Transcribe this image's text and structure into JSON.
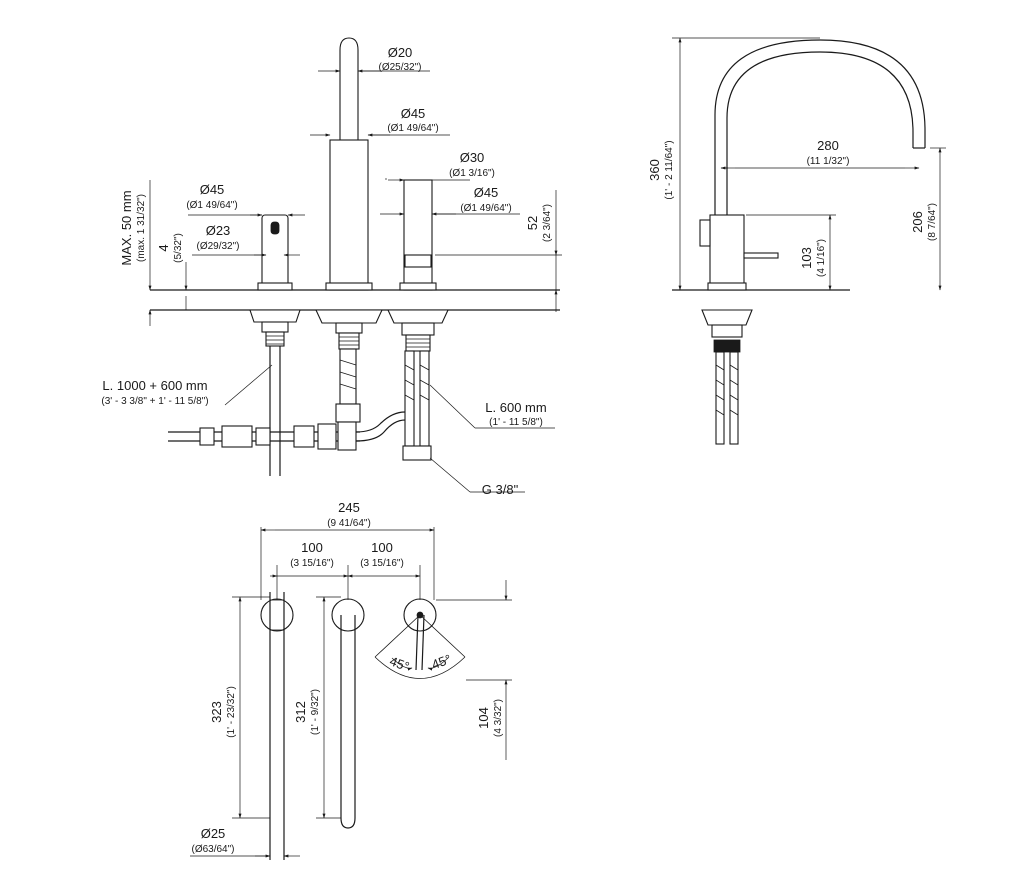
{
  "front_view": {
    "dim_o20": {
      "main": "Ø20",
      "sub": "(Ø25/32\")"
    },
    "dim_o45_spout": {
      "main": "Ø45",
      "sub": "(Ø1 49/64\")"
    },
    "dim_o30": {
      "main": "Ø30",
      "sub": "(Ø1 3/16\")"
    },
    "dim_o45_right": {
      "main": "Ø45",
      "sub": "(Ø1 49/64\")"
    },
    "dim_o45_left": {
      "main": "Ø45",
      "sub": "(Ø1 49/64\")"
    },
    "dim_o23": {
      "main": "Ø23",
      "sub": "(Ø29/32\")"
    },
    "dim_52": {
      "main": "52",
      "sub": "(2 3/64\")"
    },
    "dim_4": {
      "main": "4",
      "sub": "(5/32\")"
    },
    "dim_max50": {
      "main": "MAX. 50 mm",
      "sub": "(max. 1 31/32\")"
    },
    "hose_long": {
      "main": "L. 1000 + 600 mm",
      "sub": "(3' - 3 3/8\" + 1' - 11 5/8\")"
    },
    "hose_600": {
      "main": "L. 600 mm",
      "sub": "(1' - 11 5/8\")"
    },
    "thread": {
      "main": "G 3/8\""
    }
  },
  "side_view": {
    "dim_360": {
      "main": "360",
      "sub": "(1' - 2 11/64\")"
    },
    "dim_280": {
      "main": "280",
      "sub": "(11 1/32\")"
    },
    "dim_206": {
      "main": "206",
      "sub": "(8 7/64\")"
    },
    "dim_103": {
      "main": "103",
      "sub": "(4 1/16\")"
    }
  },
  "top_view": {
    "dim_245": {
      "main": "245",
      "sub": "(9 41/64\")"
    },
    "dim_100_left": {
      "main": "100",
      "sub": "(3 15/16\")"
    },
    "dim_100_right": {
      "main": "100",
      "sub": "(3 15/16\")"
    },
    "dim_323": {
      "main": "323",
      "sub": "(1' - 23/32\")"
    },
    "dim_312": {
      "main": "312",
      "sub": "(1' - 9/32\")"
    },
    "dim_104": {
      "main": "104",
      "sub": "(4 3/32\")"
    },
    "dim_o25": {
      "main": "Ø25",
      "sub": "(Ø63/64\")"
    },
    "angle_left": "45°",
    "angle_right": "45°"
  }
}
